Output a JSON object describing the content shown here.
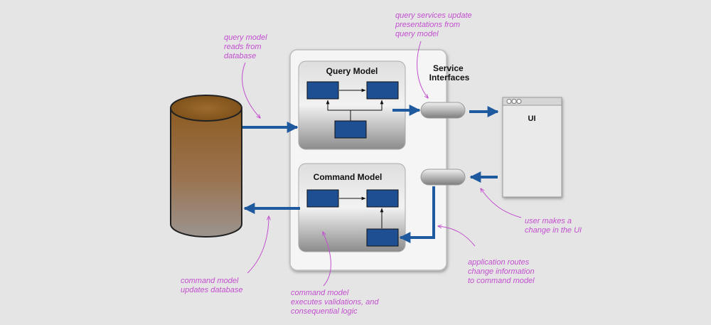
{
  "diagram": {
    "query_model_title": "Query Model",
    "command_model_title": "Command Model",
    "service_interfaces_title": [
      "Service",
      "Interfaces"
    ],
    "ui_label": "UI"
  },
  "annotations": {
    "query_reads": [
      "query model",
      "reads from",
      "database"
    ],
    "query_services": [
      "query services update",
      "presentations from",
      "query model"
    ],
    "user_change": [
      "user makes a",
      "change in the UI"
    ],
    "app_routes": [
      "application routes",
      "change information",
      "to command model"
    ],
    "command_updates": [
      "command model",
      "updates database"
    ],
    "command_executes": [
      "command model",
      "executes validations, and",
      "consequential logic"
    ]
  },
  "colors": {
    "background": "#e5e5e5",
    "arrow": "#1f5a9e",
    "box_fill": "#1f4f93",
    "annotation": "#c24fcf",
    "database_top": "#8a5a22",
    "database_bottom": "#9a918b"
  }
}
